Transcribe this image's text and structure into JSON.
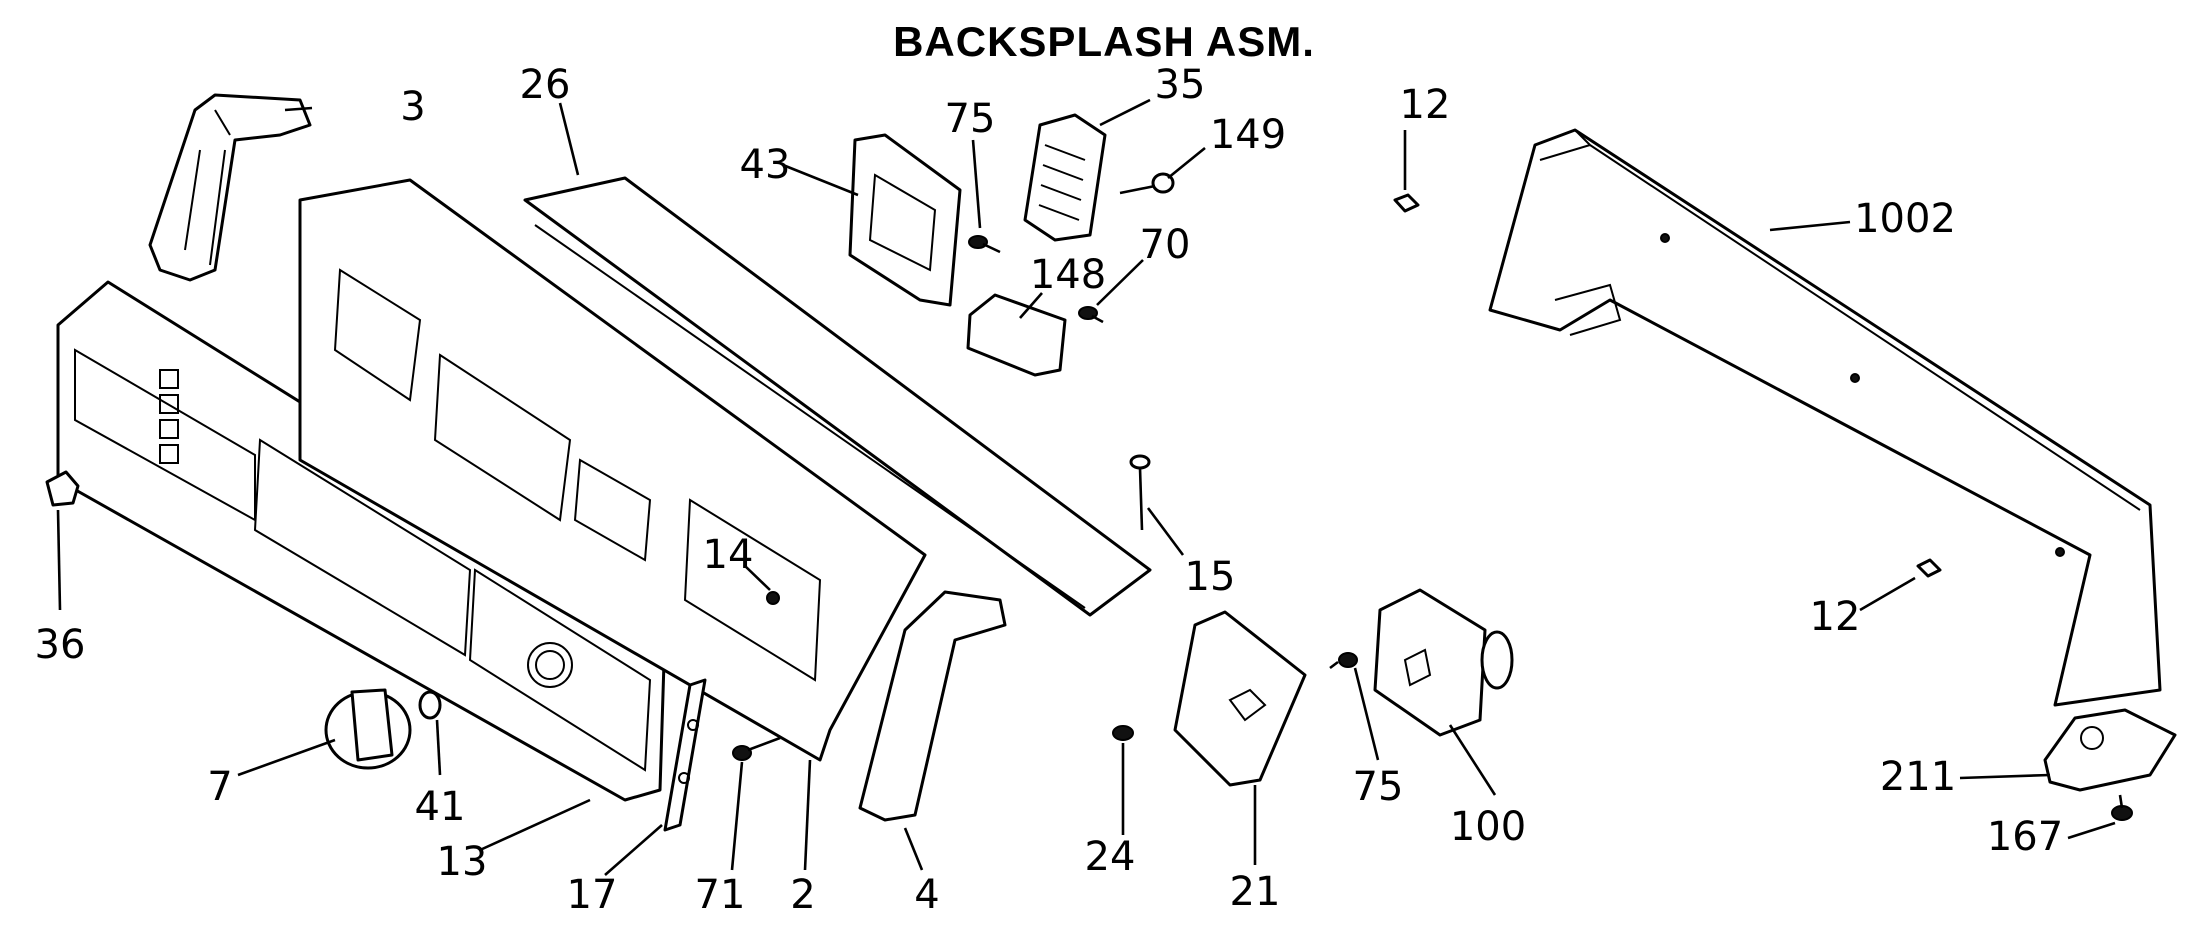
{
  "title": "BACKSPLASH ASM.",
  "callouts": [
    {
      "id": "c3",
      "label": "3"
    },
    {
      "id": "c26",
      "label": "26"
    },
    {
      "id": "c43",
      "label": "43"
    },
    {
      "id": "c75a",
      "label": "75"
    },
    {
      "id": "c35",
      "label": "35"
    },
    {
      "id": "c149",
      "label": "149"
    },
    {
      "id": "c12a",
      "label": "12"
    },
    {
      "id": "c1002",
      "label": "1002"
    },
    {
      "id": "c148",
      "label": "148"
    },
    {
      "id": "c70",
      "label": "70"
    },
    {
      "id": "c36",
      "label": "36"
    },
    {
      "id": "c14",
      "label": "14"
    },
    {
      "id": "c15",
      "label": "15"
    },
    {
      "id": "c12b",
      "label": "12"
    },
    {
      "id": "c7",
      "label": "7"
    },
    {
      "id": "c41",
      "label": "41"
    },
    {
      "id": "c13",
      "label": "13"
    },
    {
      "id": "c17",
      "label": "17"
    },
    {
      "id": "c71",
      "label": "71"
    },
    {
      "id": "c2",
      "label": "2"
    },
    {
      "id": "c4",
      "label": "4"
    },
    {
      "id": "c24",
      "label": "24"
    },
    {
      "id": "c21",
      "label": "21"
    },
    {
      "id": "c75b",
      "label": "75"
    },
    {
      "id": "c100",
      "label": "100"
    },
    {
      "id": "c211",
      "label": "211"
    },
    {
      "id": "c167",
      "label": "167"
    }
  ]
}
